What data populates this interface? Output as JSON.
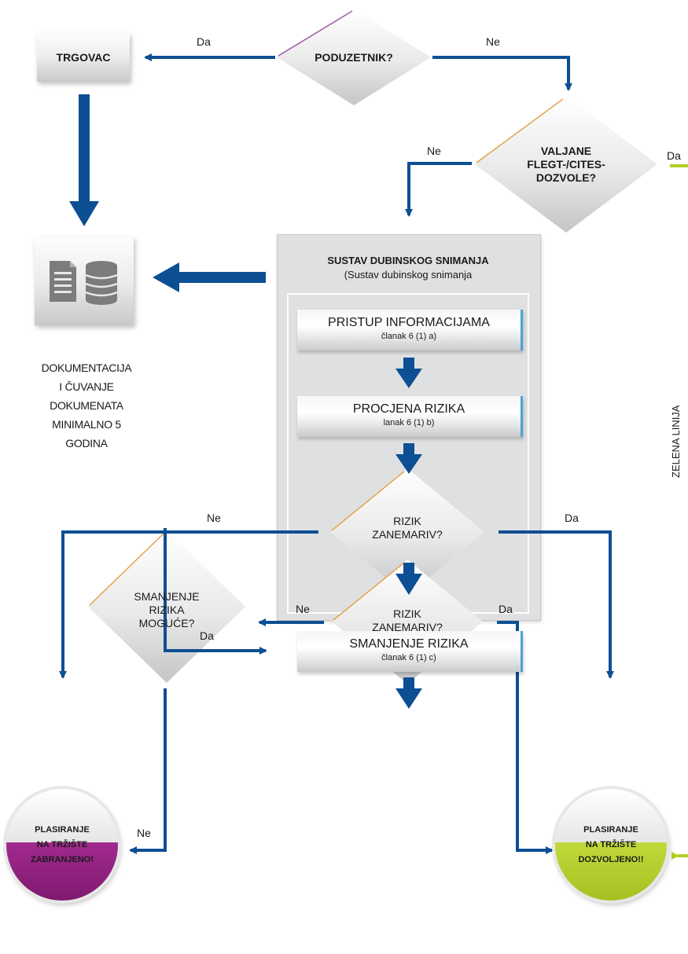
{
  "nodes": {
    "poduzetnik": "PODUZETNIK?",
    "trgovac": "TRGOVAC",
    "valjane_line1": "VALJANE",
    "valjane_line2": "FLEGT-/CITES-",
    "valjane_line3": "DOZVOLE?",
    "sustav_title": "SUSTAV DUBINSKOG SNIMANJA",
    "sustav_sub": "(Sustav dubinskog snimanja",
    "pristup_title": "PRISTUP INFORMACIJAMA",
    "pristup_ref": "članak 6 (1) a)",
    "procjena_title": "PROCJENA RIZIKA",
    "procjena_ref": "lanak 6 (1) b)",
    "rizik1_line1": "RIZIK",
    "rizik1_line2": "ZANEMARIV?",
    "smanjenje_title": "SMANJENJE RIZIKA",
    "smanjenje_ref": "članak 6 (1) c)",
    "rizik2_line1": "RIZIK",
    "rizik2_line2": "ZANEMARIV?",
    "moguce_line1": "SMANJENJE",
    "moguce_line2": "RIZIKA",
    "moguce_line3": "MOGUĆE?",
    "doc_line1": "DOKUMENTACIJA",
    "doc_line2": "I ČUVANJE",
    "doc_line3": "DOKUMENATA",
    "doc_line4": "MINIMALNO 5",
    "doc_line5": "GODINA",
    "zabranjeno_line1": "PLASIRANJE",
    "zabranjeno_line2": "NA TRŽIŠTE",
    "zabranjeno_line3": "ZABRANJENO!",
    "dozvoljeno_line1": "PLASIRANJE",
    "dozvoljeno_line2": "NA TRŽIŠTE",
    "dozvoljeno_line3": "DOZVOLJENO!!",
    "zelena_linija": "ZELENA LINIJA"
  },
  "edge_labels": {
    "poduzetnik_da": "Da",
    "poduzetnik_ne": "Ne",
    "valjane_ne": "Ne",
    "valjane_da": "Da",
    "rizik1_ne": "Ne",
    "rizik1_da": "Da",
    "moguce_da": "Da",
    "rizik2_ne": "Ne",
    "rizik2_da": "Da",
    "moguce_ne": "Ne"
  },
  "colors": {
    "arrow_blue": "#0d4f93",
    "accent_green": "#b5cd22",
    "forbidden_purple": "#8e1e7d",
    "allowed_green": "#b8d230",
    "diamond_orange": "#e7a14b",
    "diamond_purple": "#9d58a3",
    "panel_gray": "#dfe0e1"
  },
  "icons": [
    "document-icon",
    "database-icon"
  ]
}
